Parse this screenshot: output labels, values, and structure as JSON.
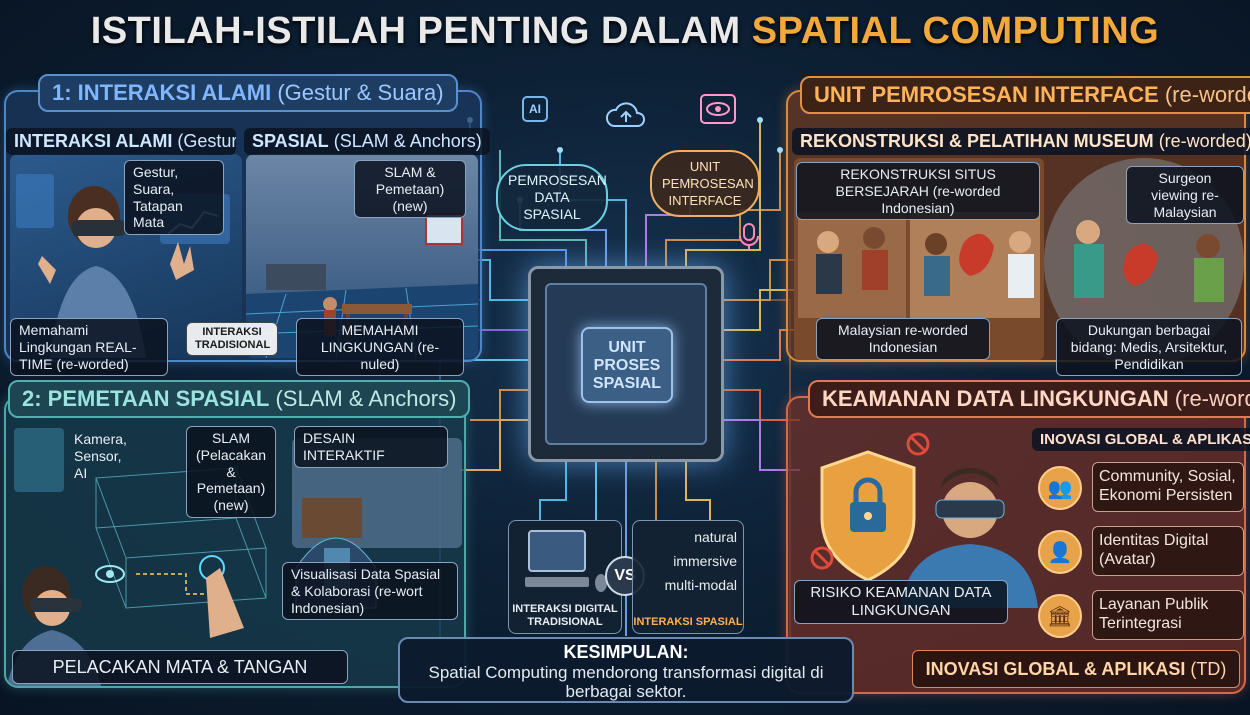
{
  "title": {
    "main": "ISTILAH-ISTILAH PENTING DALAM",
    "accent": "SPATIAL COMPUTING"
  },
  "colors": {
    "blue": "#4f86c6",
    "teal": "#4ea6a6",
    "orange": "#d98a3c",
    "red": "#d06a4a",
    "title_accent": "#f2a93b"
  },
  "panel1": {
    "title_bold": "1: INTERAKSI ALAMI",
    "title_rest": "(Gestur & Suara)",
    "left_head_bold": "INTERAKSI ALAMI",
    "left_head_rest": "(Gestur &",
    "right_head_bold": "SPASIAL",
    "right_head_rest": "(SLAM & Anchors)",
    "gesture_label": "Gestur, Suara, Tatapan Mata",
    "slam_label": "SLAM & Pemetaan) (new)",
    "realtime_label": "Memahami Lingkungan REAL-TIME (re-worded)",
    "traditional_label": "INTERAKSI TRADISIONAL",
    "env_label": "MEMAHAMI LINGKUNGAN (re-nuled)"
  },
  "panel2": {
    "title_bold": "2: PEMETAAN SPASIAL",
    "title_rest": "(SLAM & Anchors)",
    "sensor_label": "Kamera, Sensor, AI",
    "slam_label": "SLAM (Pelacakan & Pemetaan) (new)",
    "design_label": "DESAIN INTERAKTIF",
    "viz_label": "Visualisasi Data Spasial & Kolaborasi (re-wort Indonesian)",
    "tracking_label": "PELACAKAN MATA & TANGAN"
  },
  "panel3": {
    "title_bold": "UNIT PEMROSESAN INTERFACE",
    "title_rest": "(re-worded)",
    "sub_bold": "REKONSTRUKSI & PELATIHAN MUSEUM",
    "sub_rest": "(re-worded)",
    "reconstruct_label": "REKONSTRUKSI SITUS BERSEJARAH (re-worded Indonesian)",
    "surgeon_label": "Surgeon viewing re-Malaysian",
    "malaysian_label": "Malaysian re-worded Indonesian",
    "support_label": "Dukungan berbagai bidang: Medis, Arsitektur, Pendidikan"
  },
  "panel4": {
    "title_bold": "KEAMANAN DATA LINGKUNGAN",
    "title_rest": "(re-worded)",
    "innov_head": "INOVASI GLOBAL & APLIKASI",
    "risk_label": "RISIKO KEAMANAN DATA LINGKUNGAN",
    "items": [
      {
        "icon": "people-icon",
        "glyph": "👥",
        "text": "Community, Sosial, Ekonomi Persisten"
      },
      {
        "icon": "avatar-icon",
        "glyph": "👤",
        "text": "Identitas Digital (Avatar)"
      },
      {
        "icon": "building-icon",
        "glyph": "🏛",
        "text": "Layanan Publik Terintegrasi"
      }
    ],
    "footer_bold": "INOVASI GLOBAL & APLIKASI",
    "footer_rest": "(TD)"
  },
  "center": {
    "chip_label": "UNIT PROSES SPASIAL",
    "data_label": "PEMROSESAN DATA SPASIAL",
    "cloud_label": "UNIT PEMROSESAN INTERFACE",
    "ai_icon": "AI"
  },
  "compare": {
    "left_label": "INTERAKSI DIGITAL TRADISIONAL",
    "vs": "VS",
    "right_items": [
      "natural",
      "immersive",
      "multi-modal"
    ],
    "right_label": "INTERAKSI SPASIAL"
  },
  "conclusion": {
    "title": "KESIMPULAN:",
    "body": "Spatial Computing mendorong transformasi digital di berbagai sektor."
  }
}
